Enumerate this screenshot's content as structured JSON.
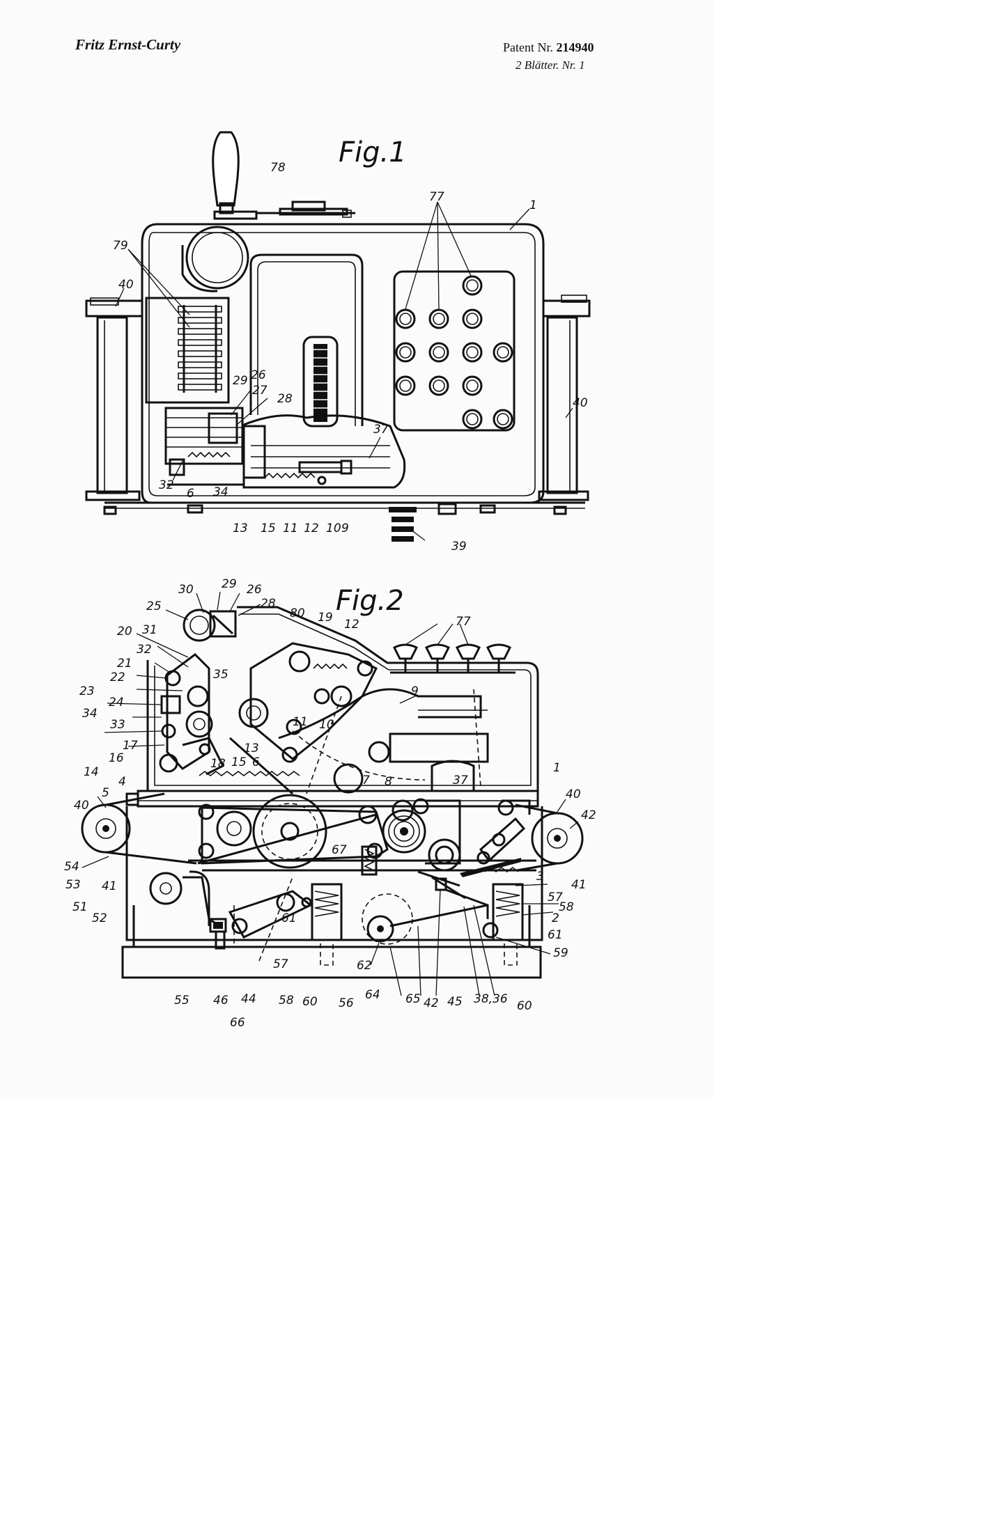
{
  "header": {
    "inventor": "Fritz Ernst-Curty",
    "patent_label": "Patent Nr.",
    "patent_number": "214940",
    "sheet_info": "2 Blätter. Nr. 1"
  },
  "figure1": {
    "title": "Fig.1",
    "refs": [
      "78",
      "77",
      "1",
      "79",
      "40",
      "29",
      "26",
      "27",
      "28",
      "37",
      "40",
      "32",
      "6",
      "34",
      "13",
      "15",
      "11",
      "12",
      "10",
      "9",
      "39"
    ]
  },
  "figure2": {
    "title": "Fig.2",
    "refs": [
      "30",
      "29",
      "26",
      "25",
      "28",
      "80",
      "19",
      "12",
      "77",
      "20",
      "31",
      "32",
      "21",
      "22",
      "23",
      "35",
      "24",
      "34",
      "33",
      "9",
      "11",
      "10",
      "17",
      "16",
      "14",
      "18",
      "15",
      "6",
      "13",
      "4",
      "5",
      "7",
      "8",
      "37",
      "1",
      "40",
      "40",
      "42",
      "54",
      "53",
      "41",
      "67",
      "41",
      "3",
      "51",
      "52",
      "57",
      "58",
      "61",
      "2",
      "61",
      "59",
      "57",
      "62",
      "55",
      "46",
      "44",
      "58",
      "60",
      "56",
      "64",
      "65",
      "42",
      "45",
      "38,36",
      "60",
      "66"
    ]
  }
}
